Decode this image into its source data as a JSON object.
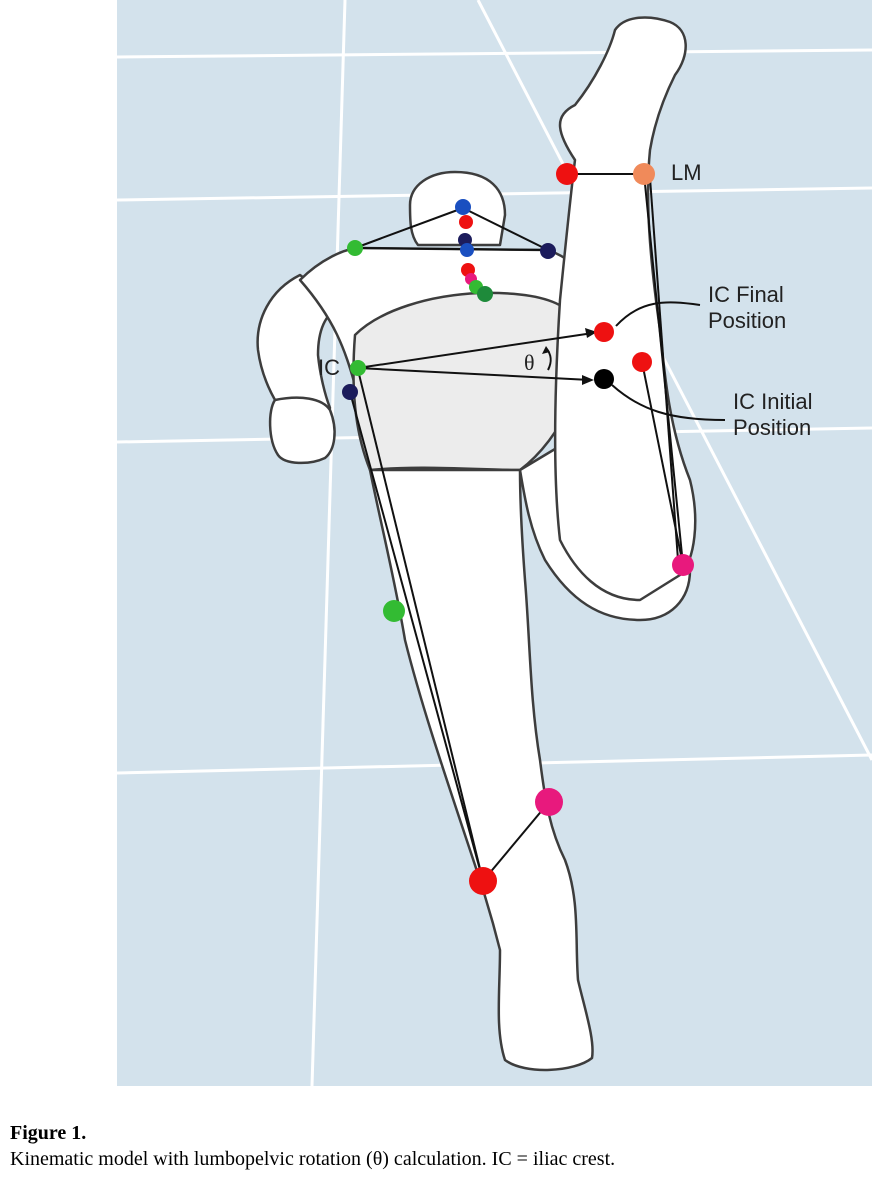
{
  "labels": {
    "lm": "LM",
    "ic": "IC",
    "ic_final_line1": "IC Final",
    "ic_final_line2": "Position",
    "ic_initial_line1": "IC Initial",
    "ic_initial_line2": "Position",
    "theta": "θ"
  },
  "caption": {
    "title": "Figure 1.",
    "text": "Kinematic model with lumbopelvic rotation (θ) calculation. IC = iliac crest."
  },
  "colors": {
    "background": "#d3e2ec",
    "grid": "#ffffff",
    "body_fill": "#ffffff",
    "body_outline": "#3d3d3d",
    "shorts": "#ececec",
    "marker_red": "#ee1111",
    "marker_green": "#33bb33",
    "marker_navy": "#1c1c5c",
    "marker_blue": "#1a4fc0",
    "marker_pink": "#e8197d",
    "marker_orange": "#f08a5a",
    "marker_black": "#000000"
  }
}
